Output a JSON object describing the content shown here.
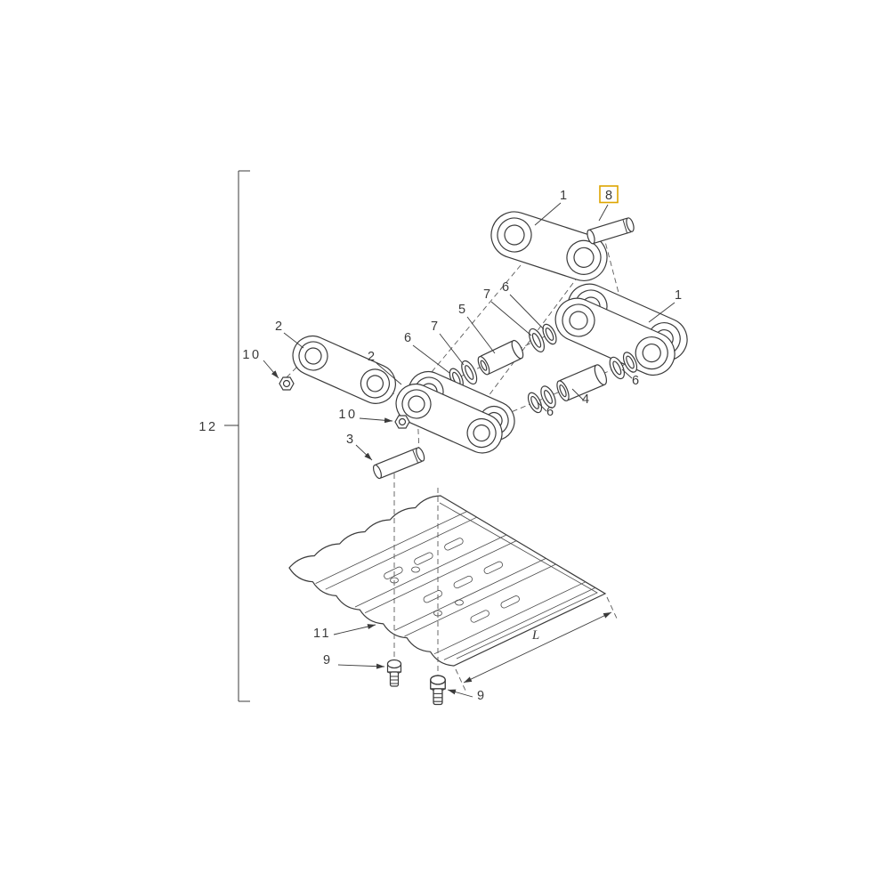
{
  "diagram": {
    "background": "#ffffff",
    "line_color": "#3b3b3b",
    "highlight_color": "#dea500"
  },
  "callouts": {
    "one_top": "1",
    "eight": "8",
    "one_right": "1",
    "six_upper": "6",
    "seven_upper": "7",
    "five": "5",
    "seven_mid": "7",
    "six_mid": "6",
    "two_left": "2",
    "ten_left": "10",
    "two_mid": "2",
    "ten_mid": "10",
    "three": "3",
    "six_right": "6",
    "four": "4",
    "six_lower": "6",
    "twelve": "12",
    "eleven": "11",
    "nine_left": "9",
    "nine_bottom": "9",
    "dim_l": "L"
  }
}
